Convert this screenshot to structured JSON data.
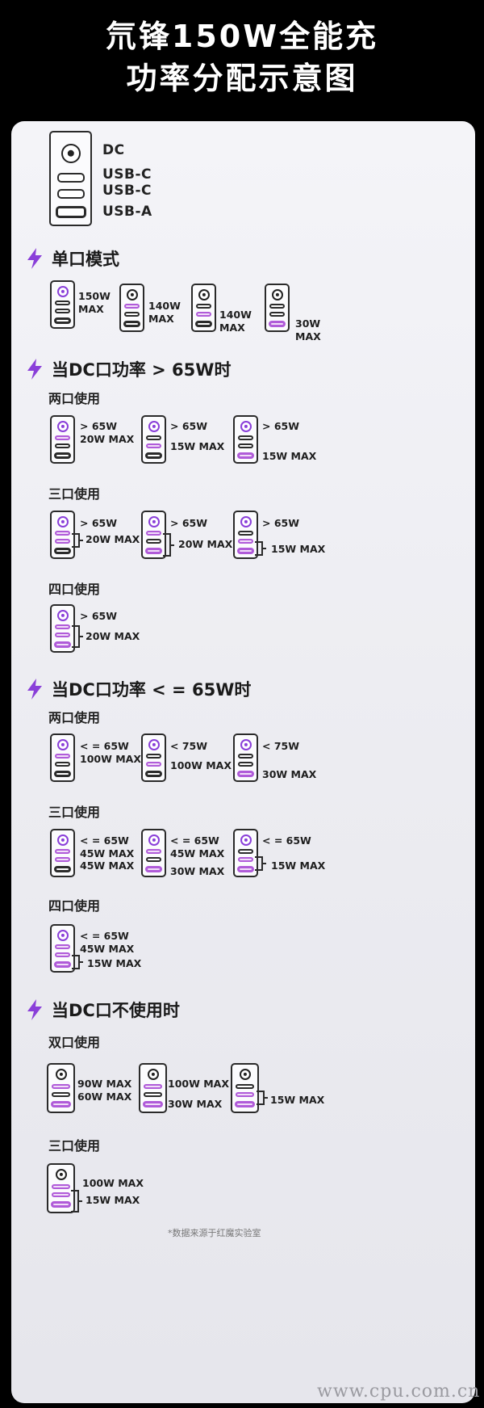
{
  "header": {
    "line1": "氘锋150W全能充",
    "line2": "功率分配示意图"
  },
  "legend": [
    "DC",
    "USB-C",
    "USB-C",
    "USB-A"
  ],
  "sections": {
    "s1": "单口模式",
    "s2": "当DC口功率 > 65W时",
    "s3": "当DC口功率 < = 65W时",
    "s4": "当DC口不使用时"
  },
  "subs": {
    "two": "两口使用",
    "three": "三口使用",
    "four": "四口使用",
    "dual": "双口使用"
  },
  "notes": {
    "single": [
      "150W\nMAX",
      "140W\nMAX",
      "140W\nMAX",
      "30W\nMAX"
    ],
    "g2_two": [
      "> 65W\n20W MAX",
      "> 65W",
      "15W MAX",
      "> 65W",
      "15W MAX"
    ],
    "g2_three": [
      "> 65W",
      "20W MAX",
      "> 65W",
      "20W MAX",
      "> 65W",
      "15W MAX"
    ],
    "g2_four": [
      "> 65W",
      "20W MAX"
    ],
    "g3_two": [
      "< = 65W\n100W MAX",
      "< 75W",
      "100W MAX",
      "< 75W",
      "30W MAX"
    ],
    "g3_three": [
      "< = 65W\n45W MAX\n45W MAX",
      "< = 65W\n45W MAX",
      "30W MAX",
      "< = 65W",
      "15W MAX"
    ],
    "g3_four": [
      "< = 65W\n45W MAX",
      "15W MAX"
    ],
    "g4_two": [
      "90W MAX\n60W MAX",
      "100W MAX",
      "30W MAX",
      "15W MAX"
    ],
    "g4_three": [
      "100W MAX",
      "15W MAX"
    ]
  },
  "footer": "*数据来源于红魔实验室",
  "watermark": "www.cpu.com.cn",
  "colors": {
    "accent": "#8a3fd9",
    "active_port_fill": "#f1def8",
    "active_port_border": "#b05bd9"
  },
  "icons": {
    "section": "lightning-bolt-icon",
    "dc_port": "dc-port-icon",
    "usb_c": "usb-c-port-icon",
    "usb_a": "usb-a-port-icon"
  }
}
